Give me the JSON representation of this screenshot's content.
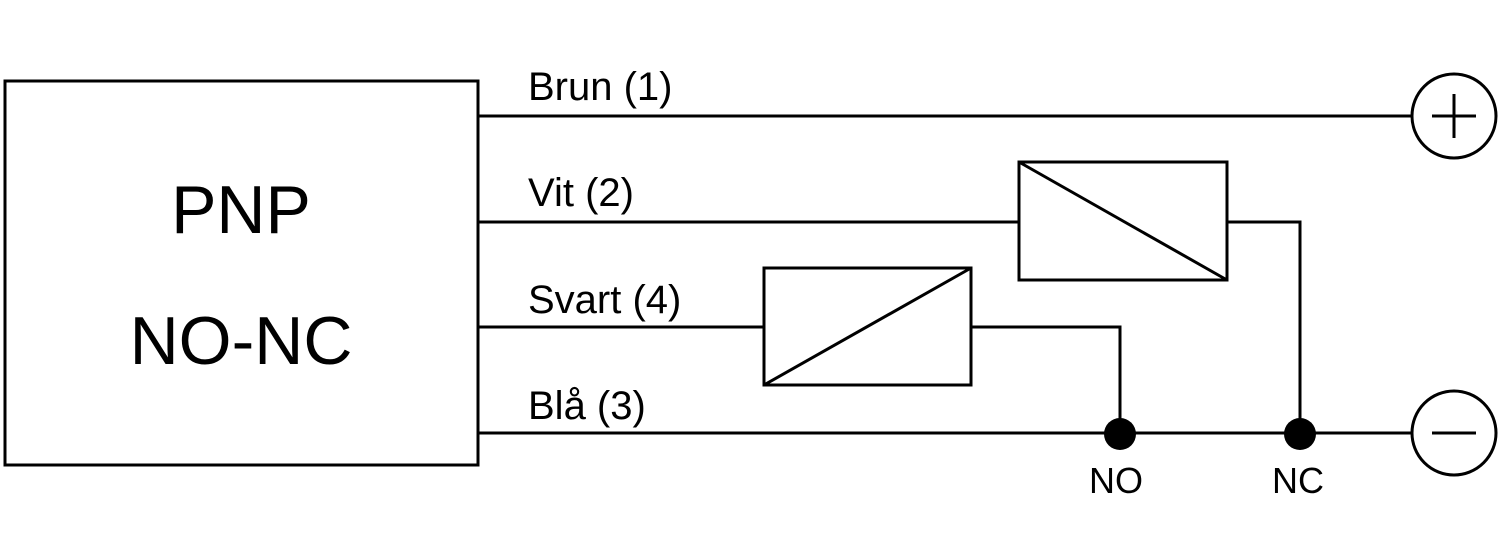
{
  "sensor": {
    "type_line1": "PNP",
    "type_line2": "NO-NC"
  },
  "wires": {
    "brown": "Brun (1)",
    "white": "Vit (2)",
    "black": "Svart (4)",
    "blue": "Blå (3)"
  },
  "terminals": {
    "no": "NO",
    "nc": "NC"
  },
  "supply": {
    "positive_icon": "plus-circle-icon",
    "negative_icon": "minus-circle-icon"
  },
  "colors": {
    "line": "#000000",
    "background": "#ffffff"
  }
}
